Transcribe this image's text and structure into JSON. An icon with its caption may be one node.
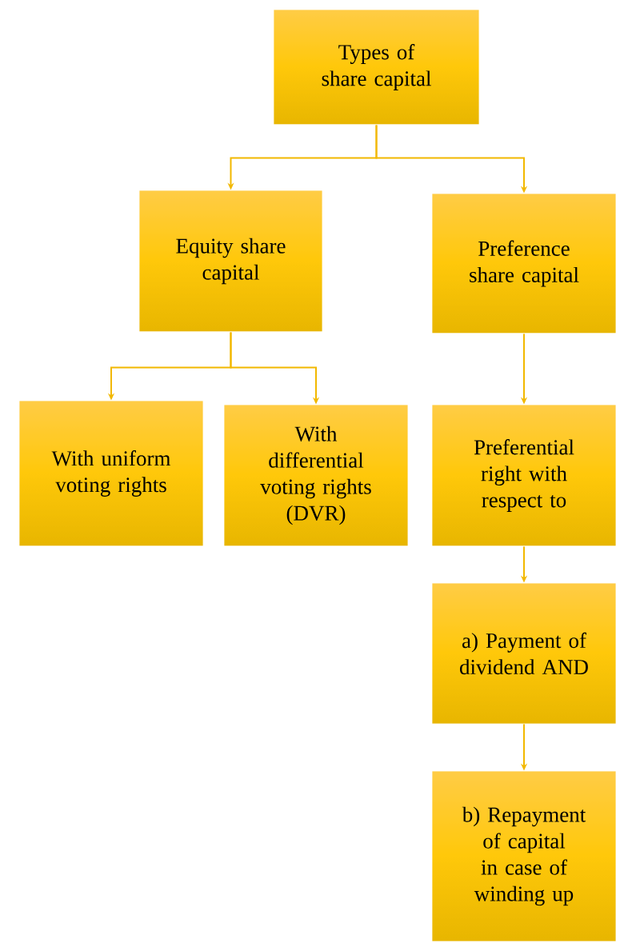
{
  "diagram": {
    "nodes": [
      {
        "text": [
          "Types of share capital"
        ]
      },
      {
        "text": [
          "Equity share capital"
        ]
      },
      {
        "text": [
          "Preference share capital"
        ]
      },
      {
        "text": [
          "With uniform voting rights"
        ]
      },
      {
        "text": [
          "With differential voting rights (DVR)"
        ]
      },
      {
        "text": [
          "Preferential right with respect to"
        ]
      },
      {
        "text": [
          "a) Payment of dividend AND"
        ]
      },
      {
        "text": [
          "b) Repayment of capital in case of winding up"
        ]
      }
    ],
    "edges": [
      {
        "from": 0,
        "to": 1,
        "arrow": "to"
      },
      {
        "from": 0,
        "to": 2,
        "arrow": "to"
      },
      {
        "from": 1,
        "to": 3,
        "arrow": "to"
      },
      {
        "from": 1,
        "to": 4,
        "arrow": "to"
      },
      {
        "from": 2,
        "to": 5,
        "arrow": "to"
      },
      {
        "from": 5,
        "to": 6,
        "arrow": "to"
      },
      {
        "from": 6,
        "to": 7,
        "arrow": "to"
      }
    ]
  }
}
